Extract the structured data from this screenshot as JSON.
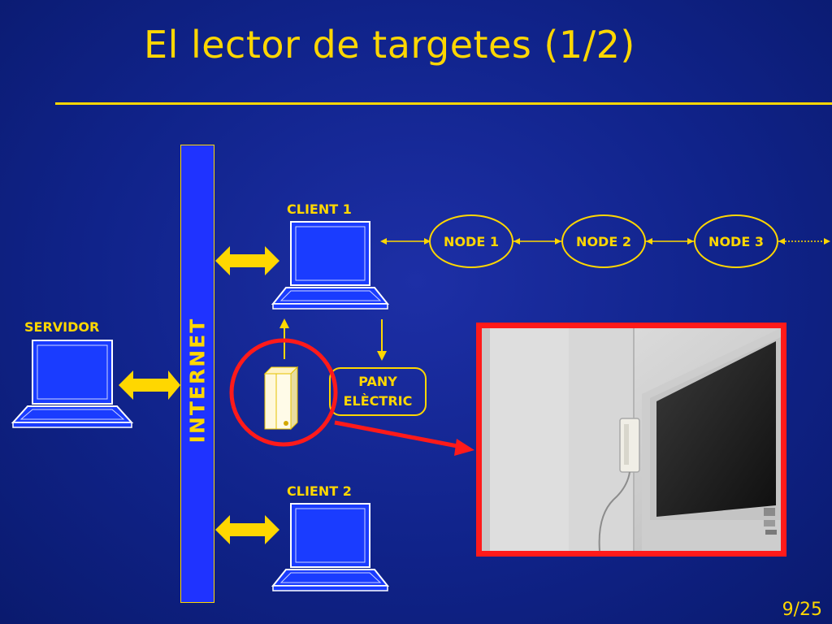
{
  "slide": {
    "title": "El lector de targetes (1/2)",
    "page_number": "9/25"
  },
  "diagram": {
    "internet_label": "INTERNET",
    "server_label": "SERVIDOR",
    "client1_label": "CLIENT 1",
    "client2_label": "CLIENT 2",
    "nodes": [
      "NODE 1",
      "NODE 2",
      "NODE 3"
    ],
    "lock_label_line1": "PANY",
    "lock_label_line2": "ELÈCTRIC"
  },
  "colors": {
    "background": "#10238a",
    "accent": "#ffd700",
    "internet_bar": "#1f33ff",
    "screen": "#1a3cff",
    "highlight": "#ff1a1a"
  },
  "icons": [
    "laptop-icon",
    "card-reader-icon",
    "double-arrow-icon"
  ]
}
